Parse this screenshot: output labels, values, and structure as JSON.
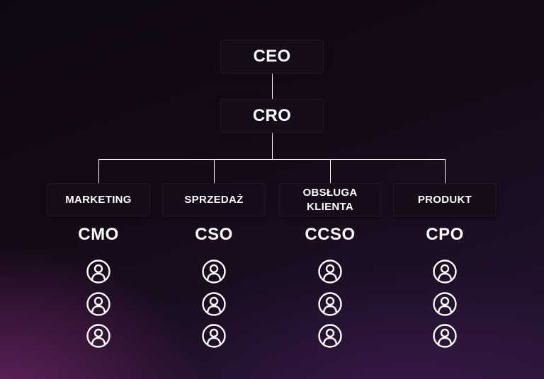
{
  "top_boxes": {
    "ceo": "CEO",
    "cro": "CRO"
  },
  "departments": [
    {
      "label": "MARKETING",
      "role": "CMO",
      "member_icons": [
        "person-icon",
        "person-icon",
        "person-icon"
      ]
    },
    {
      "label": "SPRZEDAŻ",
      "role": "CSO",
      "member_icons": [
        "person-icon",
        "person-icon",
        "person-icon"
      ]
    },
    {
      "label": "OBSŁUGA\nKLIENTA",
      "role": "CCSO",
      "member_icons": [
        "person-icon",
        "person-icon",
        "person-icon"
      ]
    },
    {
      "label": "PRODUKT",
      "role": "CPO",
      "member_icons": [
        "person-icon",
        "person-icon",
        "person-icon"
      ]
    }
  ],
  "colors": {
    "text": "#ffffff",
    "connector": "#ffffff",
    "box_background": "#160c1a"
  }
}
